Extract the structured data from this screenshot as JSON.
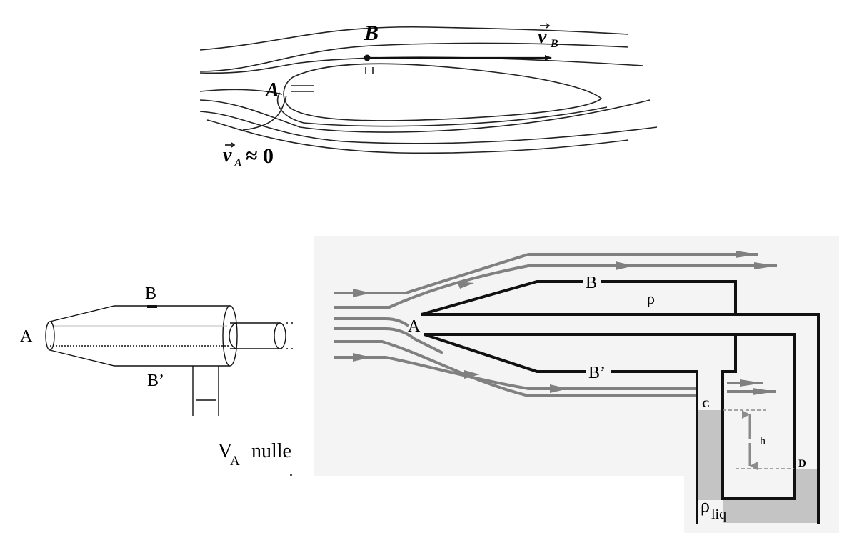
{
  "figure_top": {
    "label_b": "B",
    "label_a": "A",
    "label_vb": "v",
    "label_vb_sub": "B",
    "label_va": "v",
    "label_va_sub": "A",
    "label_va_rel": "≈ 0"
  },
  "figure_left": {
    "label_a": "A",
    "label_b": "B",
    "label_bprime": "B’",
    "caption_v": "V",
    "caption_sub": "A",
    "caption_rest": "nulle"
  },
  "figure_right": {
    "label_a": "A",
    "label_b": "B",
    "label_bprime": "B’",
    "label_rho": "ρ",
    "label_c": "C",
    "label_d": "D",
    "label_h": "h",
    "label_rho_liq": "ρ",
    "label_rho_liq_sub": "liq"
  },
  "colors": {
    "line": "#111111",
    "stream_gray": "#7f7f7f",
    "panel_bg": "#f4f4f4",
    "liquid": "#c4c4c4",
    "dashed": "#8a8a8a"
  }
}
